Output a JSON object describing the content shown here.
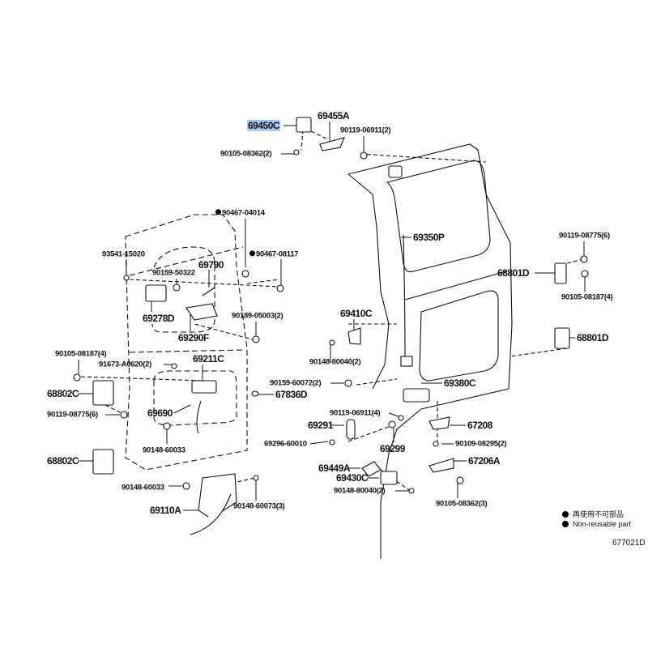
{
  "labels": [
    "69450C",
    "69455A",
    "90119-06911(2)",
    "90105-08362(2)",
    "90467-04014",
    "69350P",
    "90119-08775(6)",
    "93541-15020",
    "90467-08117",
    "90159-50322",
    "69790",
    "68801D",
    "90105-08187(4)",
    "69278D",
    "69410C",
    "90189-05003(2)",
    "69290F",
    "68801D",
    "90105-08187(4)",
    "69211C",
    "91673-A0620(2)",
    "90148-80040(2)",
    "90159-60072(2)",
    "69380C",
    "68802C",
    "67836D",
    "90119-08775(6)",
    "69690",
    "90119-06911(4)",
    "69291",
    "67208",
    "69296-60010",
    "90148-60033",
    "69299",
    "90109-08295(2)",
    "68802C",
    "67206A",
    "69449A",
    "69430C",
    "90148-60033",
    "90148-80040(2)",
    "90105-08362(3)",
    "69110A",
    "90148-60073(3)"
  ],
  "legend": {
    "jp": "再使用不可部品",
    "en": "Non-reusable part"
  },
  "diagram_id": "677021D",
  "highlight_color": "#a9c9f2"
}
